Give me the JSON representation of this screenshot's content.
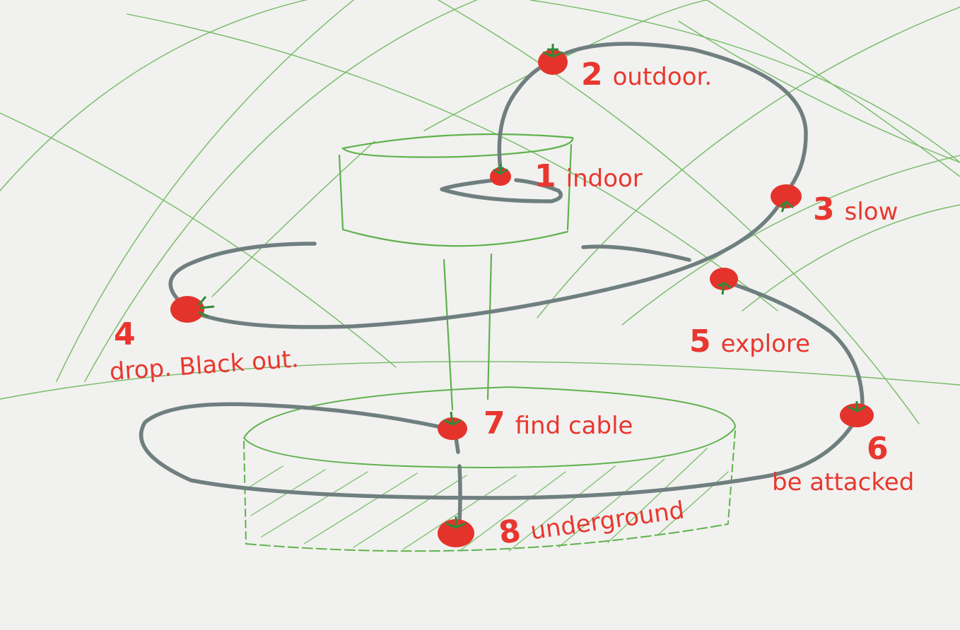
{
  "colors": {
    "background": "#f1f1ef",
    "guide_lines": "#5fb24c",
    "path": "#6f7f7f",
    "marker": "#e4332b",
    "marker_leaf": "#2f8a3a",
    "label": "#e8372f"
  },
  "stops": [
    {
      "number": "1",
      "text": "indoor"
    },
    {
      "number": "2",
      "text": "outdoor."
    },
    {
      "number": "3",
      "text": "slow"
    },
    {
      "number": "4",
      "text": "drop. Black out."
    },
    {
      "number": "5",
      "text": "explore"
    },
    {
      "number": "6",
      "text": "be attacked"
    },
    {
      "number": "7",
      "text": "find cable"
    },
    {
      "number": "8",
      "text": "underground"
    }
  ]
}
